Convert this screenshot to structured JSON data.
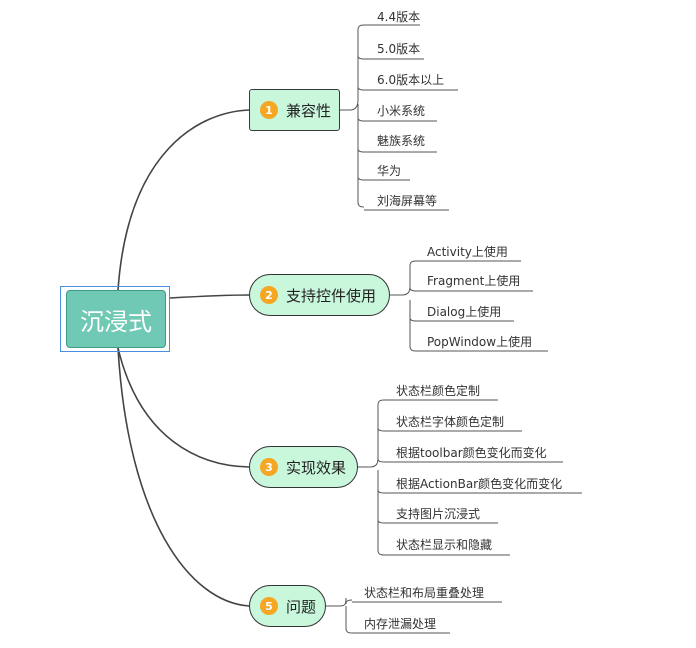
{
  "root": {
    "label": "沉浸式"
  },
  "branches": [
    {
      "number": "1",
      "label": "兼容性",
      "children": [
        "4.4版本",
        "5.0版本",
        "6.0版本以上",
        "小米系统",
        "魅族系统",
        "华为",
        "刘海屏幕等"
      ]
    },
    {
      "number": "2",
      "label": "支持控件使用",
      "children": [
        "Activity上使用",
        "Fragment上使用",
        "Dialog上使用",
        "PopWindow上使用"
      ]
    },
    {
      "number": "3",
      "label": "实现效果",
      "children": [
        "状态栏颜色定制",
        "状态栏字体颜色定制",
        "根据toolbar颜色变化而变化",
        "根据ActionBar颜色变化而变化",
        "支持图片沉浸式",
        "状态栏显示和隐藏"
      ]
    },
    {
      "number": "5",
      "label": "问题",
      "children": [
        "状态栏和布局重叠处理",
        "内存泄漏处理"
      ]
    }
  ],
  "colors": {
    "root_fill": "#6fc9b4",
    "branch_fill": "#c8f7dc",
    "badge": "#f5a623",
    "selection": "#4a90e2"
  }
}
